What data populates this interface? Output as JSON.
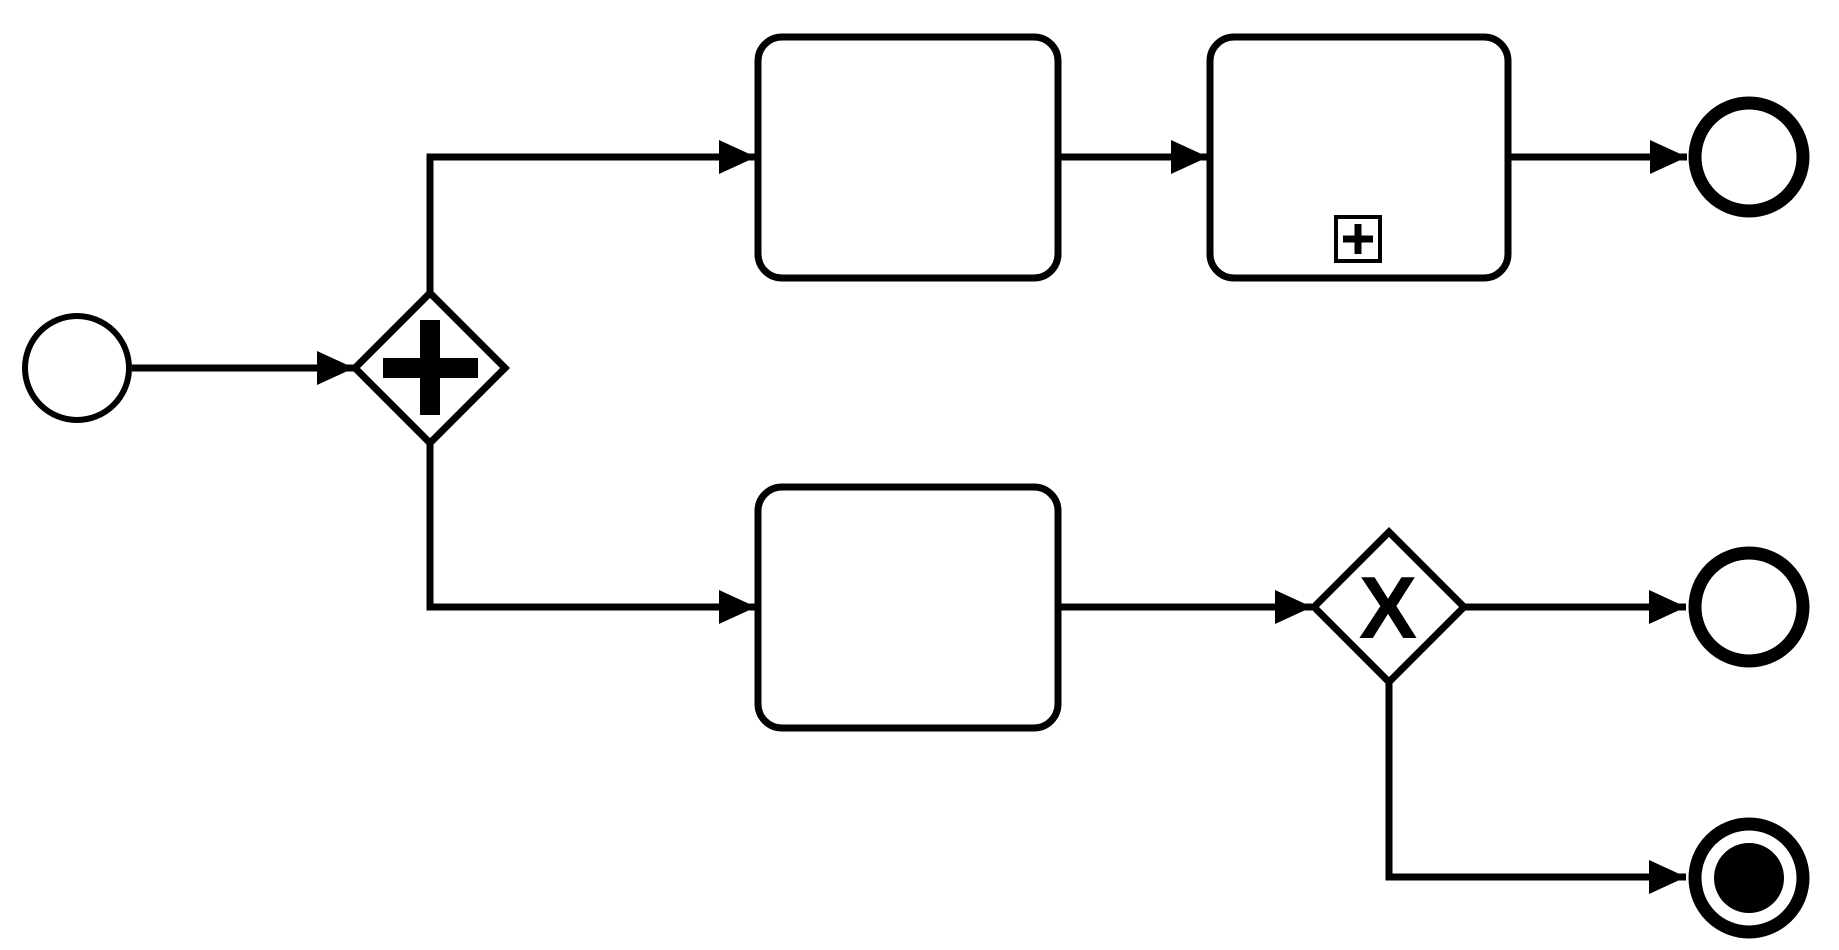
{
  "app": {
    "title": "BPMN process diagram",
    "background_color": "#ffffff"
  },
  "diagram": {
    "stroke_color": "#000000",
    "fill_color": "#ffffff",
    "symbols": {
      "parallel_gateway": "+",
      "exclusive_gateway": "X",
      "subprocess_marker": "+"
    },
    "nodes": [
      {
        "id": "start-event",
        "kind": "start-event",
        "label": ""
      },
      {
        "id": "parallel-gateway",
        "kind": "parallel-gateway",
        "symbol": "+",
        "label": ""
      },
      {
        "id": "task-upper",
        "kind": "task",
        "label": ""
      },
      {
        "id": "collapsed-subprocess",
        "kind": "subprocess-collapsed",
        "marker": "+",
        "label": ""
      },
      {
        "id": "end-event-upper",
        "kind": "end-event",
        "label": ""
      },
      {
        "id": "task-lower",
        "kind": "task",
        "label": ""
      },
      {
        "id": "exclusive-gateway",
        "kind": "exclusive-gateway",
        "symbol": "X",
        "label": ""
      },
      {
        "id": "end-event-middle",
        "kind": "end-event",
        "label": ""
      },
      {
        "id": "terminate-end-event",
        "kind": "end-event-terminate",
        "label": ""
      }
    ],
    "edges": [
      {
        "id": "flow-1",
        "from": "start-event",
        "to": "parallel-gateway"
      },
      {
        "id": "flow-2",
        "from": "parallel-gateway",
        "to": "task-upper"
      },
      {
        "id": "flow-3",
        "from": "task-upper",
        "to": "collapsed-subprocess"
      },
      {
        "id": "flow-4",
        "from": "collapsed-subprocess",
        "to": "end-event-upper"
      },
      {
        "id": "flow-5",
        "from": "parallel-gateway",
        "to": "task-lower"
      },
      {
        "id": "flow-6",
        "from": "task-lower",
        "to": "exclusive-gateway"
      },
      {
        "id": "flow-7",
        "from": "exclusive-gateway",
        "to": "end-event-middle"
      },
      {
        "id": "flow-8",
        "from": "exclusive-gateway",
        "to": "terminate-end-event"
      }
    ]
  }
}
